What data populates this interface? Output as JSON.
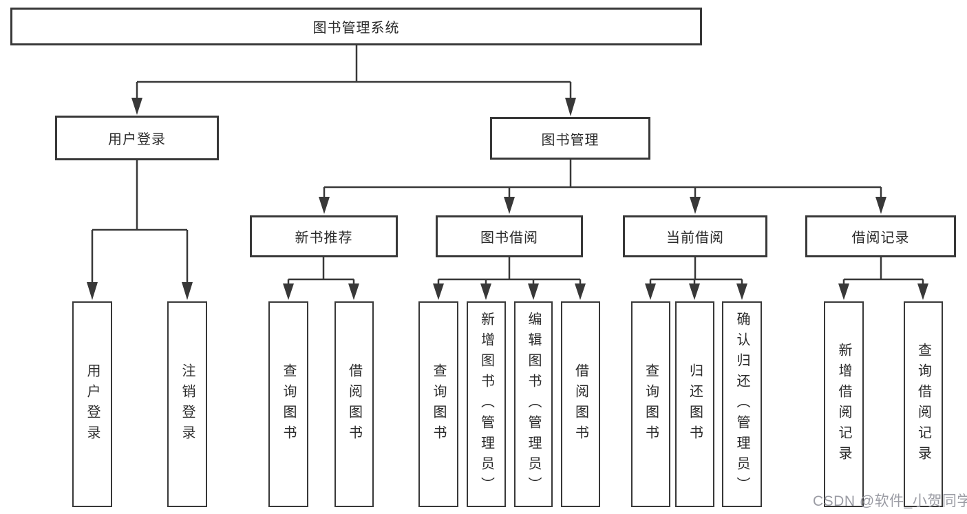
{
  "colors": {
    "line": "#383838",
    "text": "#2b2b2b",
    "background": "#ffffff",
    "watermark": "#9b9ca4"
  },
  "watermark": {
    "text": "CSDN @软件_小贺同学"
  },
  "tree": {
    "root": "图书管理系统",
    "branches": [
      {
        "label": "用户登录",
        "leaves": [
          "用户登录",
          "注销登录"
        ]
      },
      {
        "label": "图书管理",
        "sections": [
          {
            "label": "新书推荐",
            "leaves": [
              "查询图书",
              "借阅图书"
            ]
          },
          {
            "label": "图书借阅",
            "leaves": [
              "查询图书",
              "新增图书（管理员）",
              "编辑图书（管理员）",
              "借阅图书"
            ]
          },
          {
            "label": "当前借阅",
            "leaves": [
              "查询图书",
              "归还图书",
              "确认归还（管理员）"
            ]
          },
          {
            "label": "借阅记录",
            "leaves": [
              "新增借阅记录",
              "查询借阅记录"
            ]
          }
        ]
      }
    ]
  }
}
